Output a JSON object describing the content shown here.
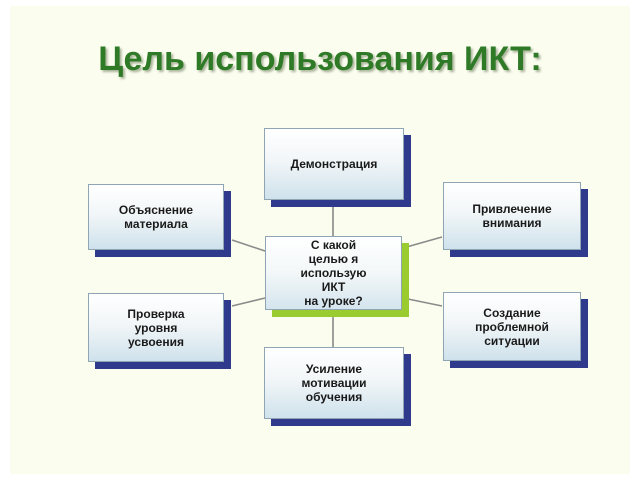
{
  "title": "Цель использования ИКТ:",
  "diagram": {
    "center": "С какой\nцелью я\nиспользую\nИКТ\nна уроке?",
    "nodes": {
      "top": "Демонстрация",
      "left_top": "Объяснение\nматериала",
      "right_top": "Привлечение\nвнимания",
      "left_bottom": "Проверка\nуровня\nусвоения",
      "right_bottom": "Создание\nпроблемной\nситуации",
      "bottom": "Усиление\nмотивации\nобучения"
    }
  },
  "colors": {
    "title": "#2e7a26",
    "box_shadow": "#2f3a8c",
    "center_shadow": "#9acb2f",
    "background": "#fbfdef"
  }
}
